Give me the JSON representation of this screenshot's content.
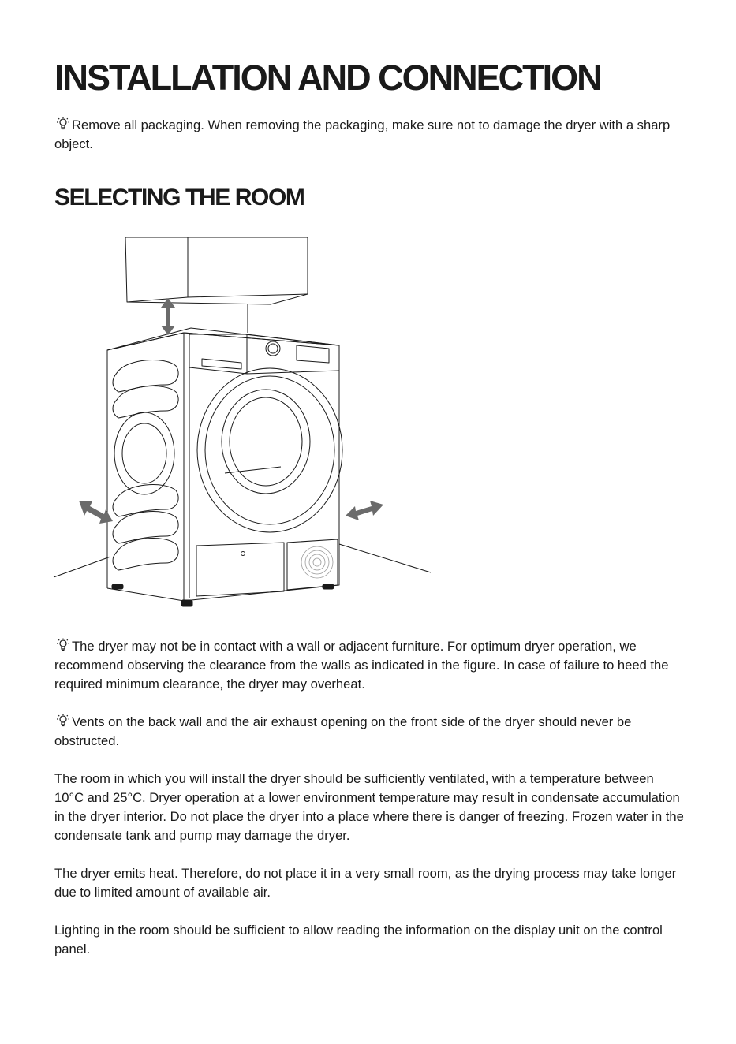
{
  "title": "INSTALLATION AND CONNECTION",
  "intro": "Remove all packaging. When removing the packaging, make sure not to damage the dryer with a sharp object.",
  "section_title": "SELECTING THE ROOM",
  "figure": {
    "icons": [
      "lightbulb-tip-icon",
      "clearance-arrow-icon"
    ],
    "colors": {
      "line": "#1a1a1a",
      "arrow": "#6b6b6b"
    }
  },
  "paragraphs": [
    "The dryer may not be in contact with a wall or adjacent furniture. For optimum dryer operation, we recommend observing the clearance from the walls as indicated in the figure. In case of failure to heed the required minimum clearance, the dryer may overheat.",
    "Vents on the back wall and the air exhaust opening on the front side of the dryer should never be obstructed.",
    "The room in which you will install the dryer should be sufficiently ventilated, with a temperature between 10°C and 25°C. Dryer operation at a lower environment temperature may result in condensate accumulation in the dryer interior. Do not place the dryer into a place where there is danger of freezing. Frozen water in the condensate tank and pump may damage the dryer.",
    "The dryer emits heat. Therefore, do not place it in a very small room, as the drying process may take longer due to limited amount of available air.",
    "Lighting in the room should be sufficient to allow reading the information on the display unit on the control panel."
  ]
}
